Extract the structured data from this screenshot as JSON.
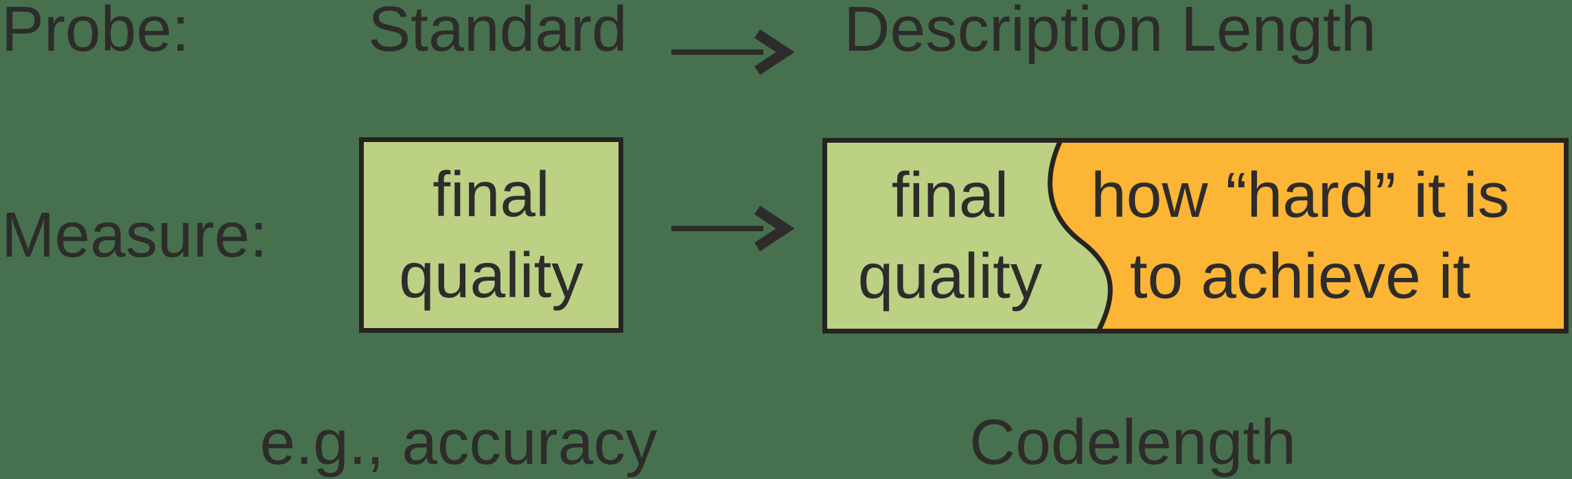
{
  "colors": {
    "background": "#47714e",
    "box_green": "#bcd184",
    "box_orange": "#fcb535",
    "ink": "#2e2c2b",
    "outline": "#262422"
  },
  "probe_row": {
    "label": "Probe:",
    "standard_probe": "Standard",
    "mdl_probe": "Description Length"
  },
  "measure_row": {
    "label": "Measure:",
    "standard_measure_box": {
      "line1": "final",
      "line2": "quality"
    },
    "mdl_measure_box": {
      "quality_line1": "final",
      "quality_line2": "quality",
      "effort_line1": "how “hard” it is",
      "effort_line2": "to achieve it"
    }
  },
  "caption_row": {
    "standard_caption": "e.g., accuracy",
    "mdl_caption": "Codelength"
  },
  "icons": {
    "flow_arrow": "right-arrow-icon"
  }
}
